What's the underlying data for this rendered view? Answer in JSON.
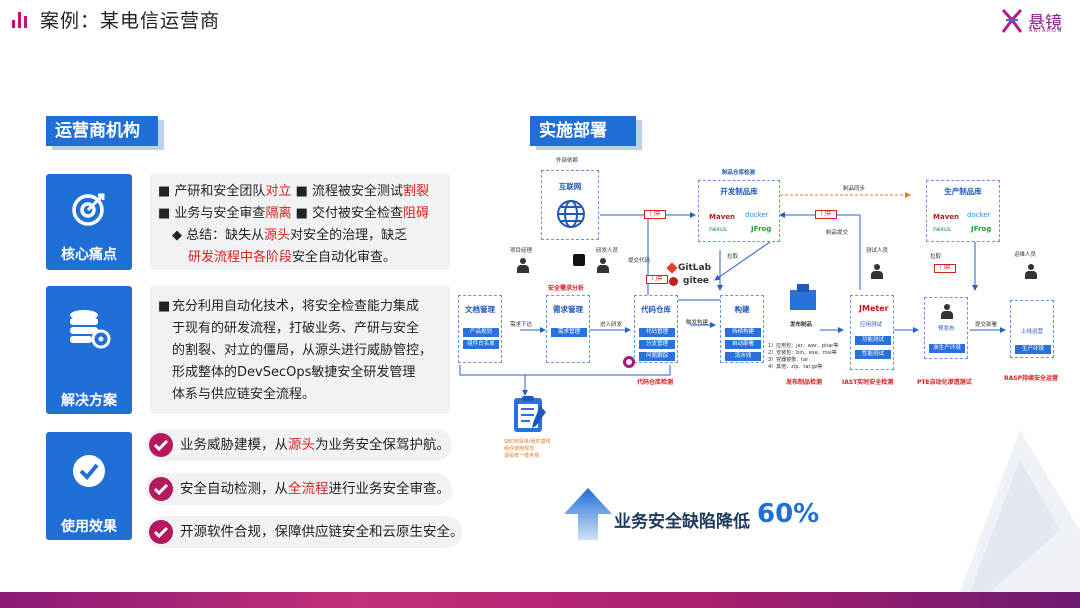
{
  "header": {
    "title": "案例：某电信运营商",
    "logo_text": "悬镜",
    "logo_sub": "ANIARON"
  },
  "left": {
    "section_title": "运营商机构",
    "pain": {
      "label": "核心痛点",
      "line1_a": "产研和安全团队",
      "line1_b": "对立",
      "line1_c": "流程被安全测试",
      "line1_d": "割裂",
      "line2_a": "业务与安全审查",
      "line2_b": "隔离",
      "line2_c": "交付被安全检查",
      "line2_d": "阻碍",
      "line3_a": "总结：缺失从",
      "line3_b": "源头",
      "line3_c": "对安全的治理，缺乏",
      "line4_a": "研发流程中各阶段",
      "line4_b": "安全自动化审查。"
    },
    "solution": {
      "label": "解决方案",
      "lines": [
        "充分利用自动化技术，将安全检查能力集成",
        "于现有的研发流程，打破业务、产研与安全",
        "的割裂、对立的僵局，从源头进行威胁管控，",
        "形成整体的DevSecOps敏捷安全研发管理",
        "体系与供应链安全流程。"
      ]
    },
    "effect": {
      "label": "使用效果",
      "item1_a": "业务威胁建模，从",
      "item1_b": "源头",
      "item1_c": "为业务安全保驾护航。",
      "item2_a": "安全自动检测，从",
      "item2_b": "全流程",
      "item2_c": "进行业务安全审查。",
      "item3": "开源软件合规，保障供应链安全和云原生安全。"
    }
  },
  "right": {
    "section_title": "实施部署",
    "external": "外部依赖",
    "internet": "互联网",
    "artifact_check": "制品仓库检测",
    "dev_repo": "开发制品库",
    "prod_repo": "生产制品库",
    "sync": "制品同步",
    "submit": "制品提交",
    "pull1": "拉取",
    "pull2": "拉取",
    "gate": "门禁",
    "pm": "项目经理",
    "dev": "研发人员",
    "tester": "测试人员",
    "ops": "运维人员",
    "commit": "提交代码",
    "sec_req": "安全需求分析",
    "doc": {
      "title": "文档管理",
      "items": [
        "产品规划",
        "组件白名单"
      ]
    },
    "req": {
      "title": "需求管理",
      "items": [
        "需求管理"
      ]
    },
    "code": {
      "title": "代码仓库",
      "items": [
        "代码管理",
        "分支管理",
        "问题跟踪"
      ]
    },
    "build": {
      "title": "构建",
      "items": [
        "持续构建",
        "自动部署",
        "流水线"
      ]
    },
    "iast": {
      "title": "应用测试",
      "items": [
        "功能测试",
        "性能测试"
      ]
    },
    "pre": {
      "title": "预发布",
      "items": [
        "准生产环境"
      ]
    },
    "prodnode": {
      "title": "上线运营",
      "items": [
        "生产环境"
      ]
    },
    "req_down": "需求下达",
    "enter_dev": "进入研发",
    "trigger_build": "触发构建",
    "publish": "发布制品",
    "deploy": "提交部署",
    "gitlab": "GitLab",
    "gitee": "gitee",
    "maven": "Maven",
    "docker": "docker",
    "jfrog": "JFrog",
    "nexus": "nexus",
    "jmeter": "JMeter",
    "artifact_list": [
      "1）应用包：jar、war、phar等",
      "2）安装包：bin、exe、msi等",
      "3）容器镜像：tar",
      "4）其他：zip、tar.gz等"
    ],
    "label_code": "代码仓库检测",
    "label_publish": "发布制品检测",
    "label_iast": "IAST实时安全检测",
    "label_pte": "PTE自动化渗透测试",
    "label_rasp": "RASP持续安全运营",
    "sbom": [
      "SBOM清单/组件基线",
      "组件使用规范",
      "退役统一技术栈"
    ],
    "stat_text": "业务安全缺陷降低",
    "stat_num": "60%"
  }
}
